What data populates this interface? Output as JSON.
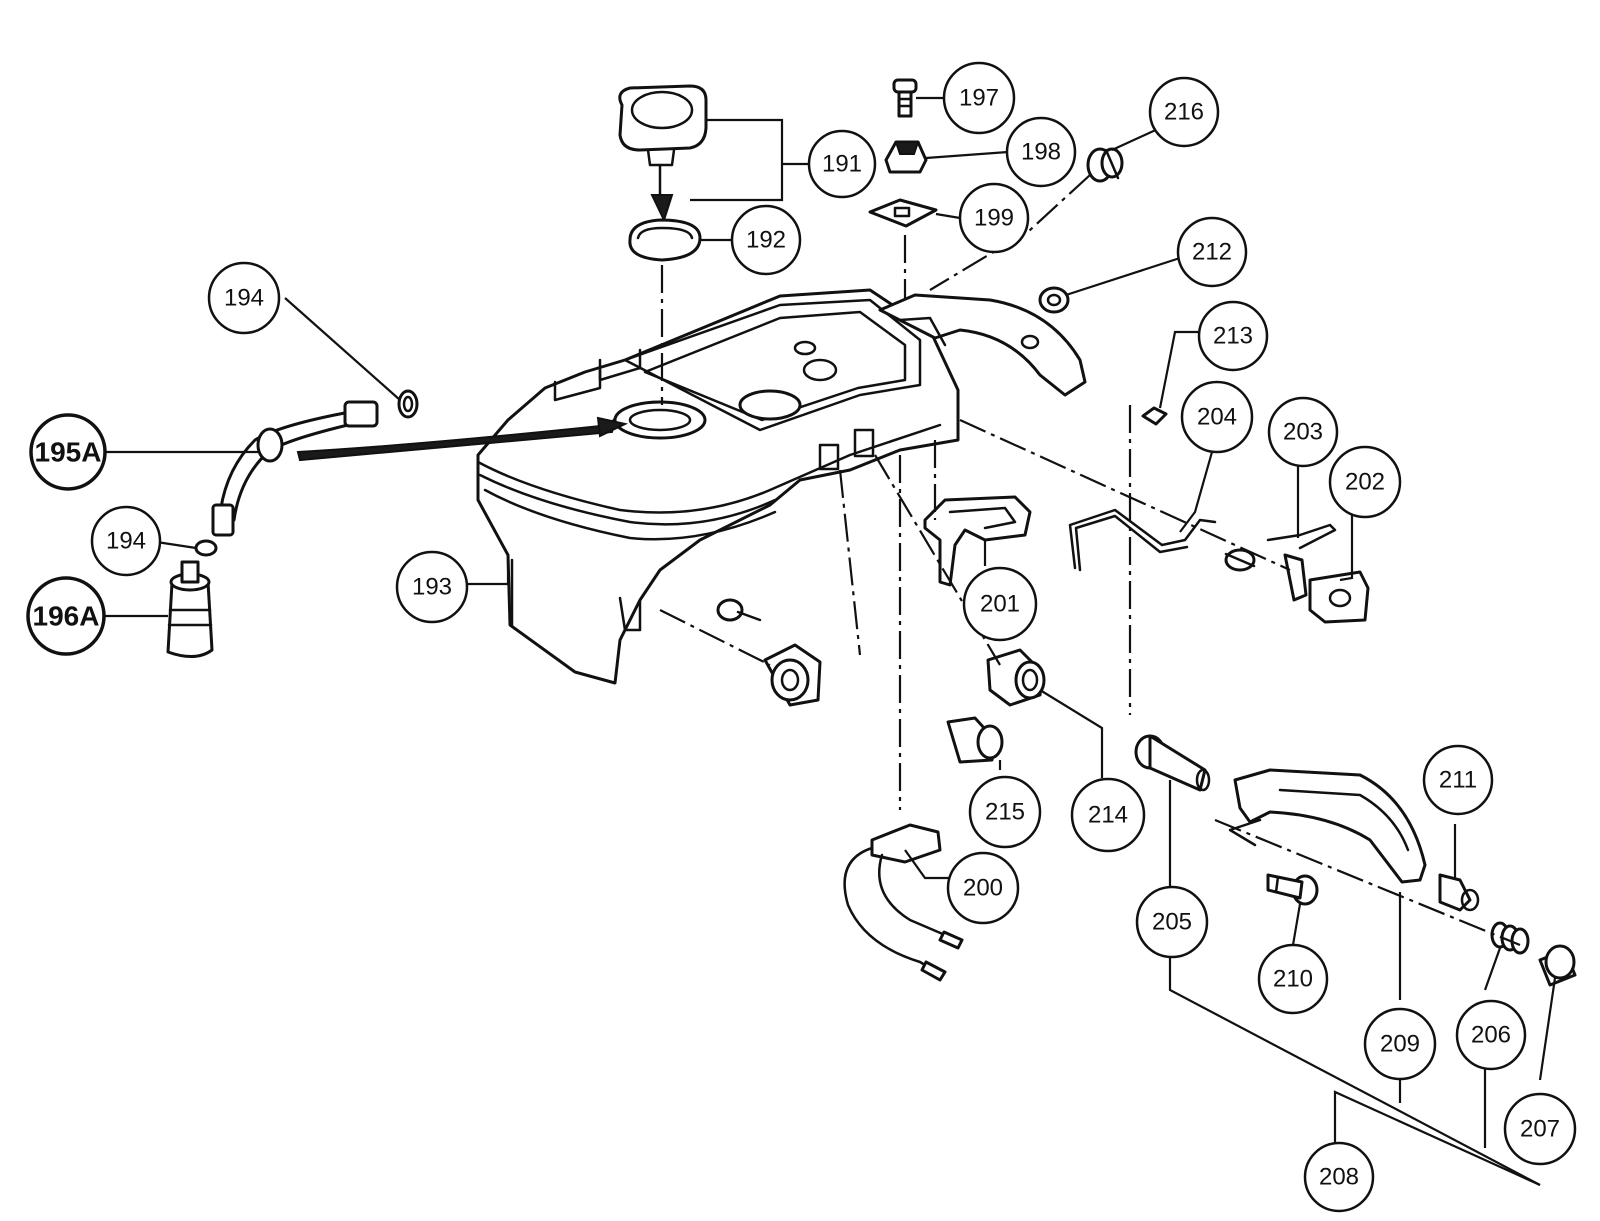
{
  "callouts": {
    "c191": "191",
    "c192": "192",
    "c193": "193",
    "c194a": "194",
    "c194b": "194",
    "c195A": "195A",
    "c196A": "196A",
    "c197": "197",
    "c198": "198",
    "c199": "199",
    "c200": "200",
    "c201": "201",
    "c202": "202",
    "c203": "203",
    "c204": "204",
    "c205": "205",
    "c206": "206",
    "c207": "207",
    "c208": "208",
    "c209": "209",
    "c210": "210",
    "c211": "211",
    "c212": "212",
    "c213": "213",
    "c214": "214",
    "c215": "215",
    "c216": "216"
  },
  "colors": {
    "line": "#111111",
    "background": "#ffffff"
  }
}
